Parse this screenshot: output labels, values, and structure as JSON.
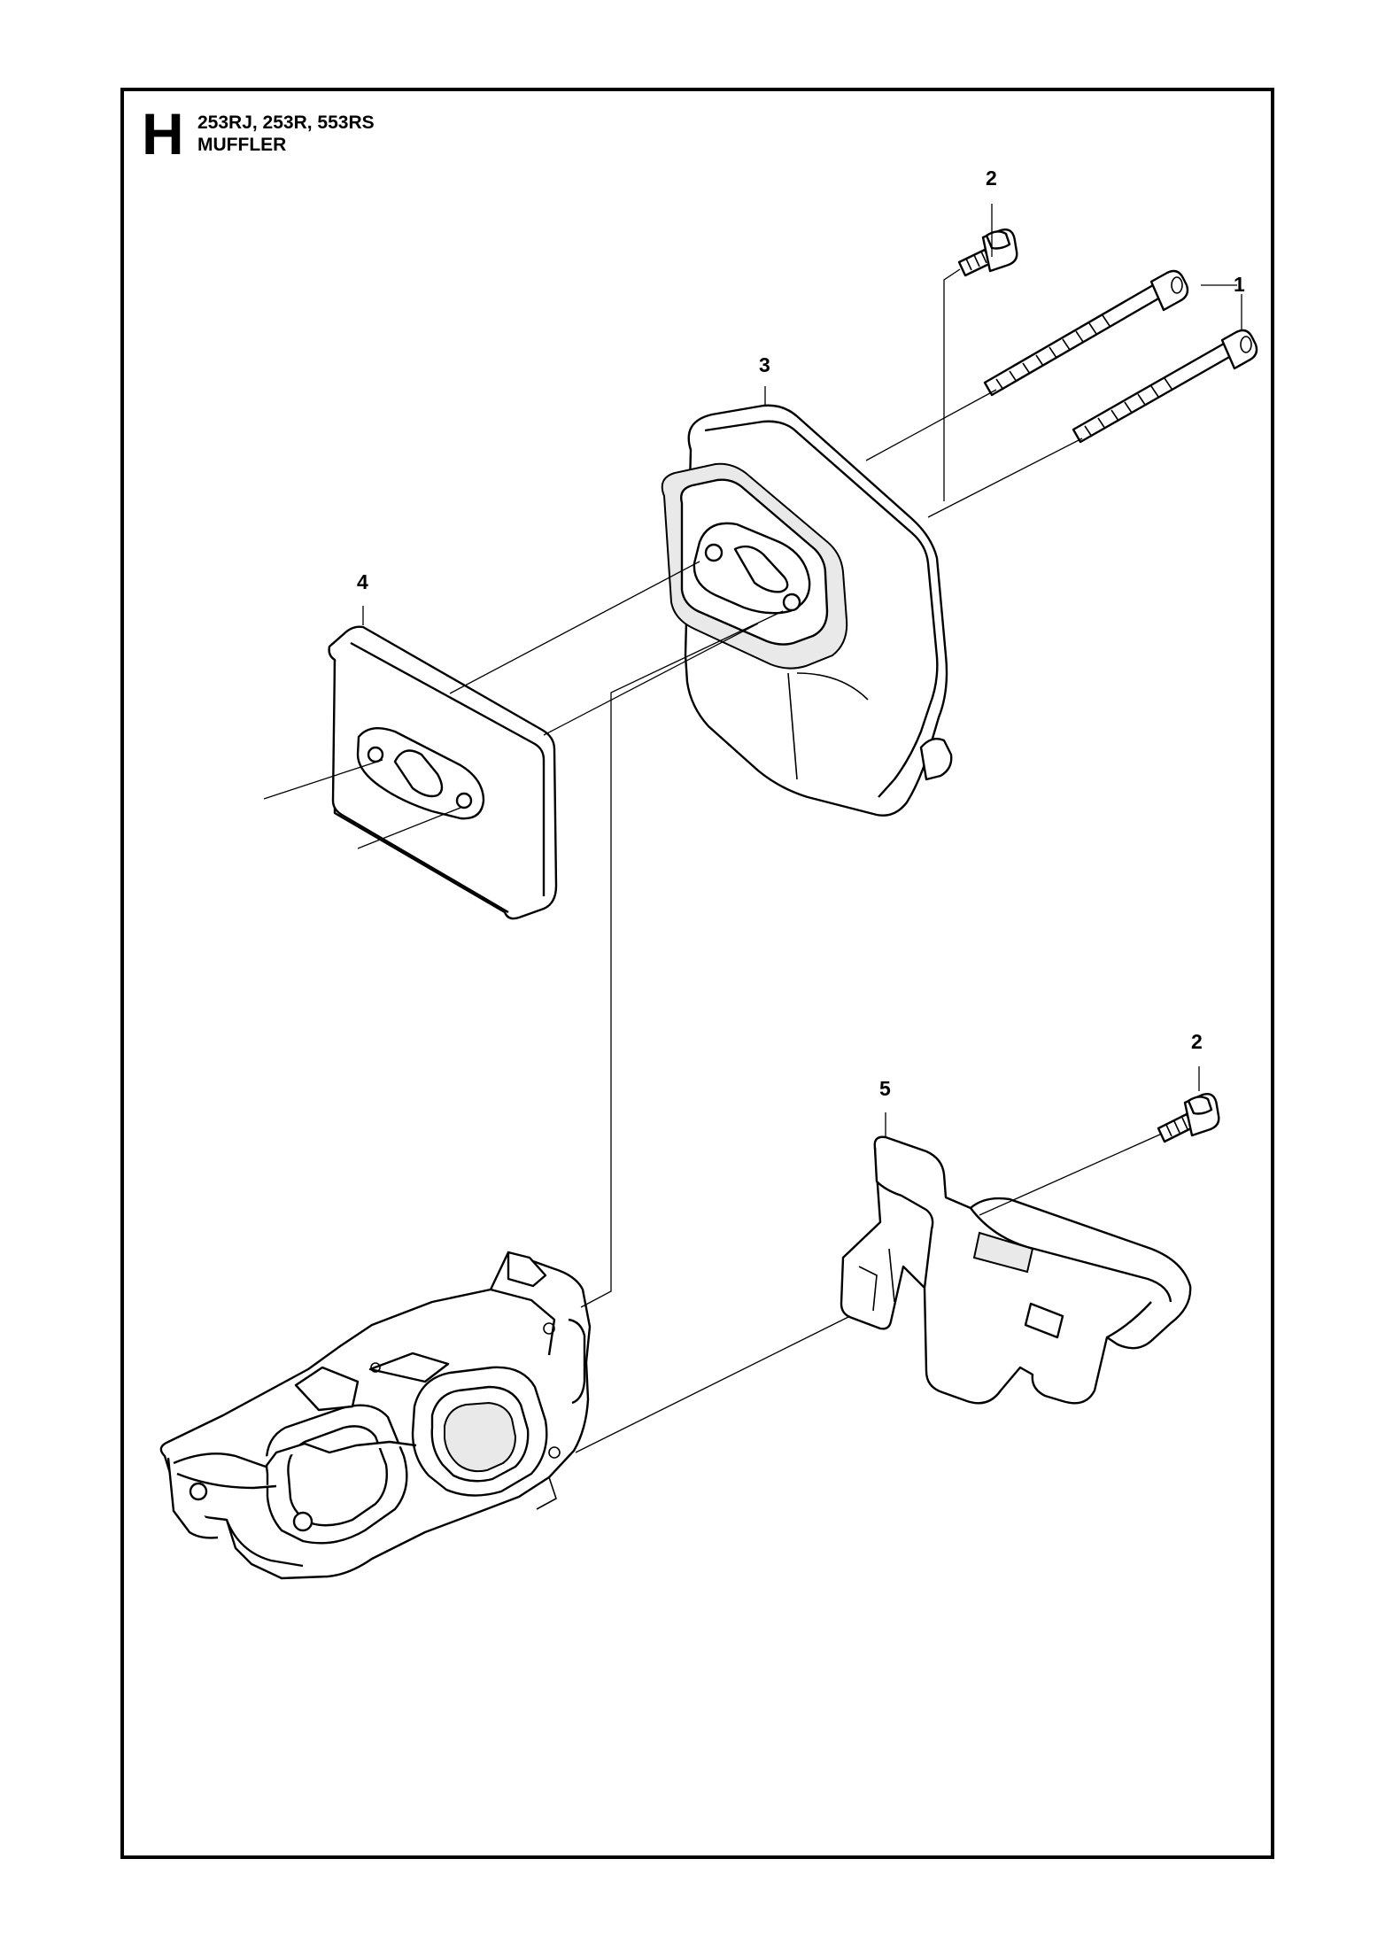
{
  "header": {
    "section_letter": "H",
    "models": "253RJ, 253R, 553RS",
    "title": "MUFFLER"
  },
  "callouts": [
    {
      "id": "1",
      "label": "1"
    },
    {
      "id": "2a",
      "label": "2"
    },
    {
      "id": "2b",
      "label": "2"
    },
    {
      "id": "3",
      "label": "3"
    },
    {
      "id": "4",
      "label": "4"
    },
    {
      "id": "5",
      "label": "5"
    }
  ]
}
